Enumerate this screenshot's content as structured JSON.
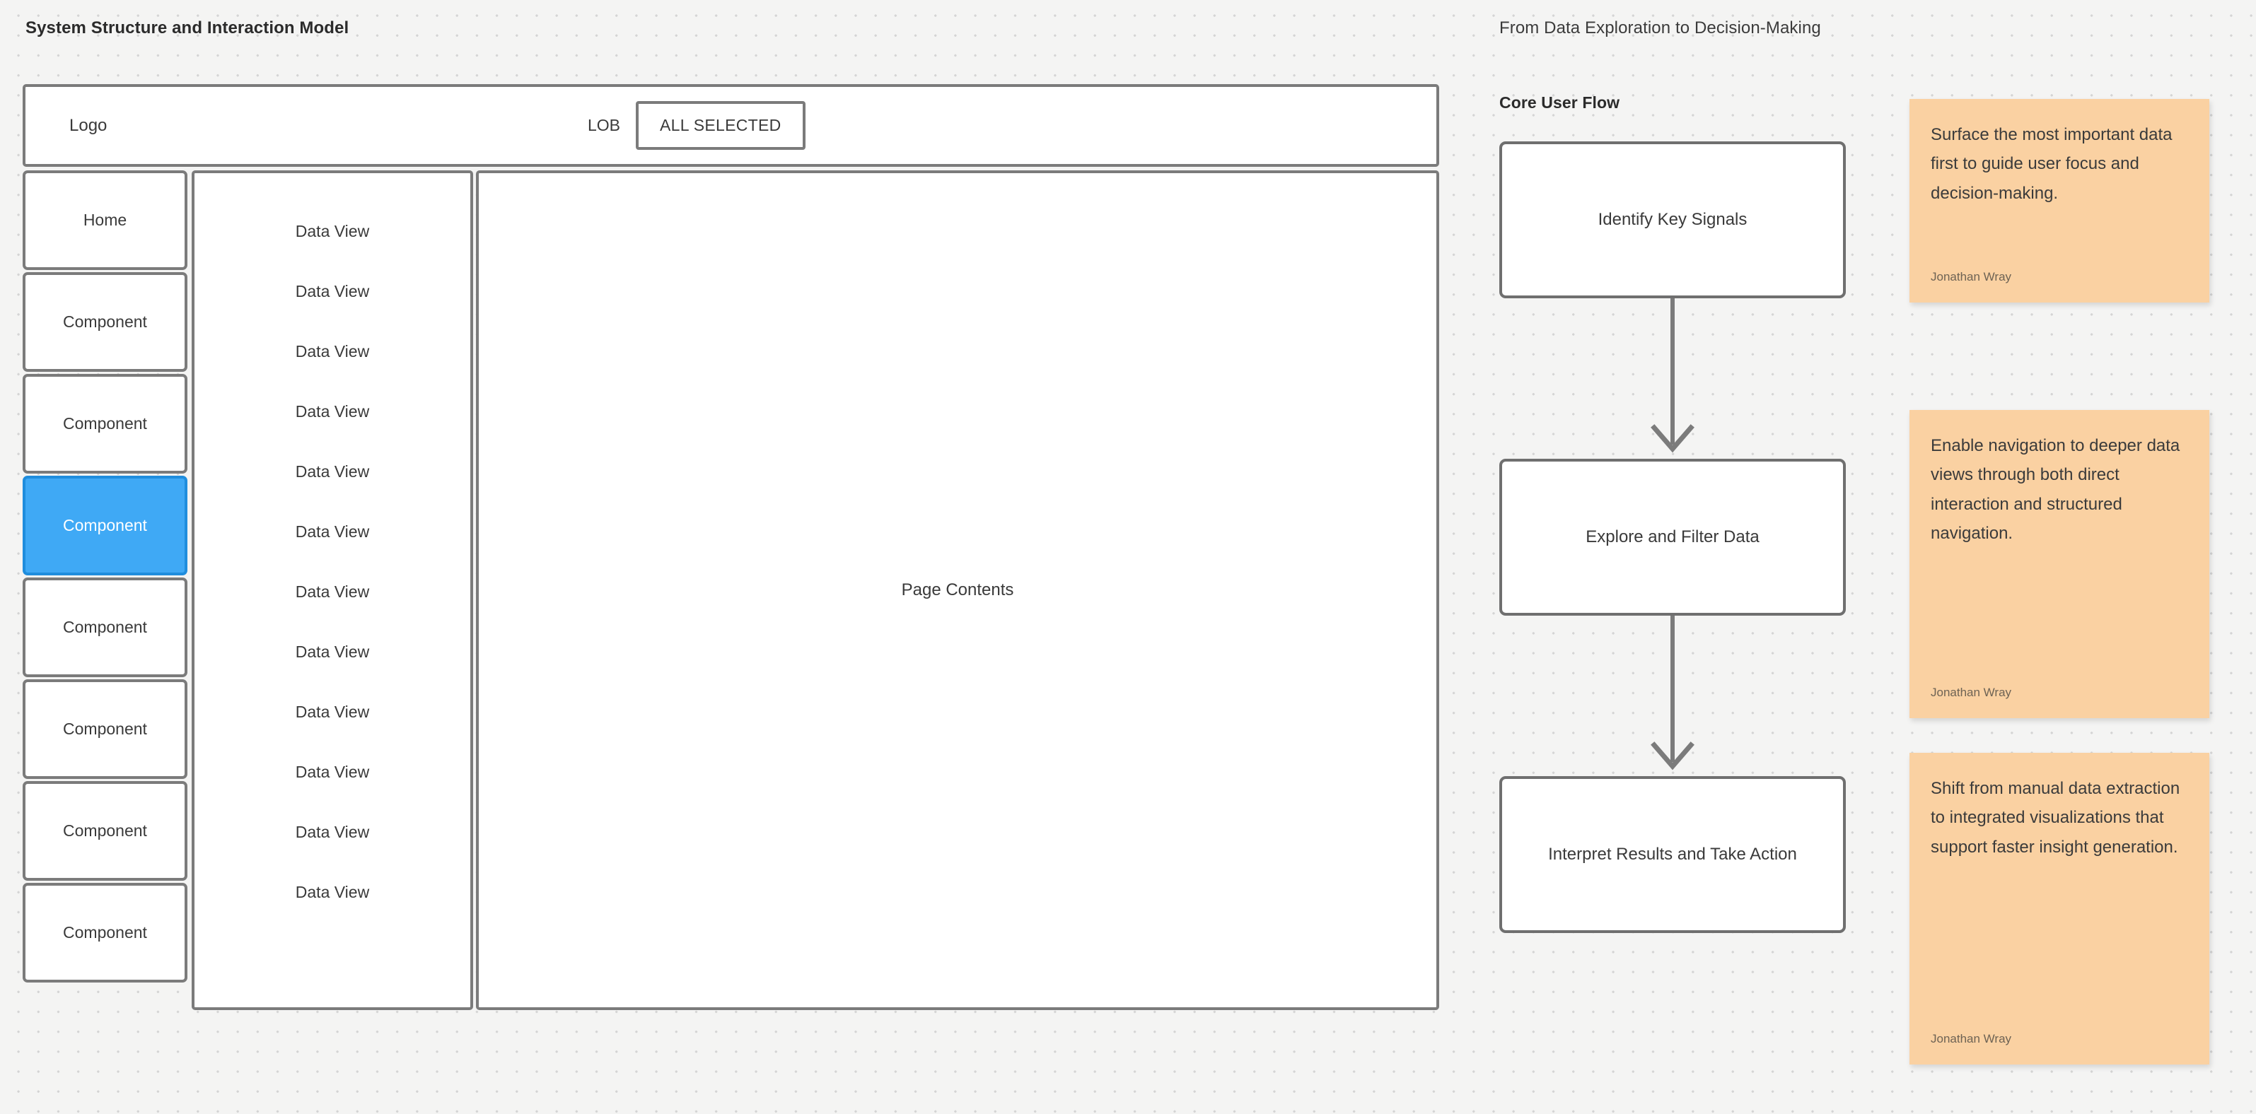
{
  "headings": {
    "left_title": "System Structure and Interaction Model",
    "right_title": "From Data Exploration to Decision-Making",
    "flow_title": "Core User Flow"
  },
  "wireframe": {
    "topbar": {
      "logo": "Logo",
      "lob_label": "LOB",
      "lob_button": "ALL SELECTED"
    },
    "nav_items": [
      {
        "label": "Home",
        "selected": false
      },
      {
        "label": "Component",
        "selected": false
      },
      {
        "label": "Component",
        "selected": false
      },
      {
        "label": "Component",
        "selected": true
      },
      {
        "label": "Component",
        "selected": false
      },
      {
        "label": "Component",
        "selected": false
      },
      {
        "label": "Component",
        "selected": false
      },
      {
        "label": "Component",
        "selected": false
      }
    ],
    "data_views": [
      "Data View",
      "Data View",
      "Data View",
      "Data View",
      "Data View",
      "Data View",
      "Data View",
      "Data View",
      "Data View",
      "Data View",
      "Data View",
      "Data View"
    ],
    "page_contents_label": "Page Contents"
  },
  "flow": {
    "steps": [
      "Identify Key Signals",
      "Explore and Filter Data",
      "Interpret Results and Take Action"
    ]
  },
  "sticky_notes": [
    {
      "text": "Surface the most important data first to guide user focus and decision-making.",
      "author": "Jonathan Wray"
    },
    {
      "text": "Enable navigation to deeper data views through both direct interaction and structured navigation.",
      "author": "Jonathan Wray"
    },
    {
      "text": "Shift from manual data extraction to integrated visualizations that support faster insight generation.",
      "author": "Jonathan Wray"
    }
  ],
  "colors": {
    "canvas": "#f4f4f3",
    "grid_dot": "#d4d4d4",
    "wire_stroke": "#7b7b7b",
    "selected_nav": "#3fa9f5",
    "sticky": "#fad1a2"
  }
}
